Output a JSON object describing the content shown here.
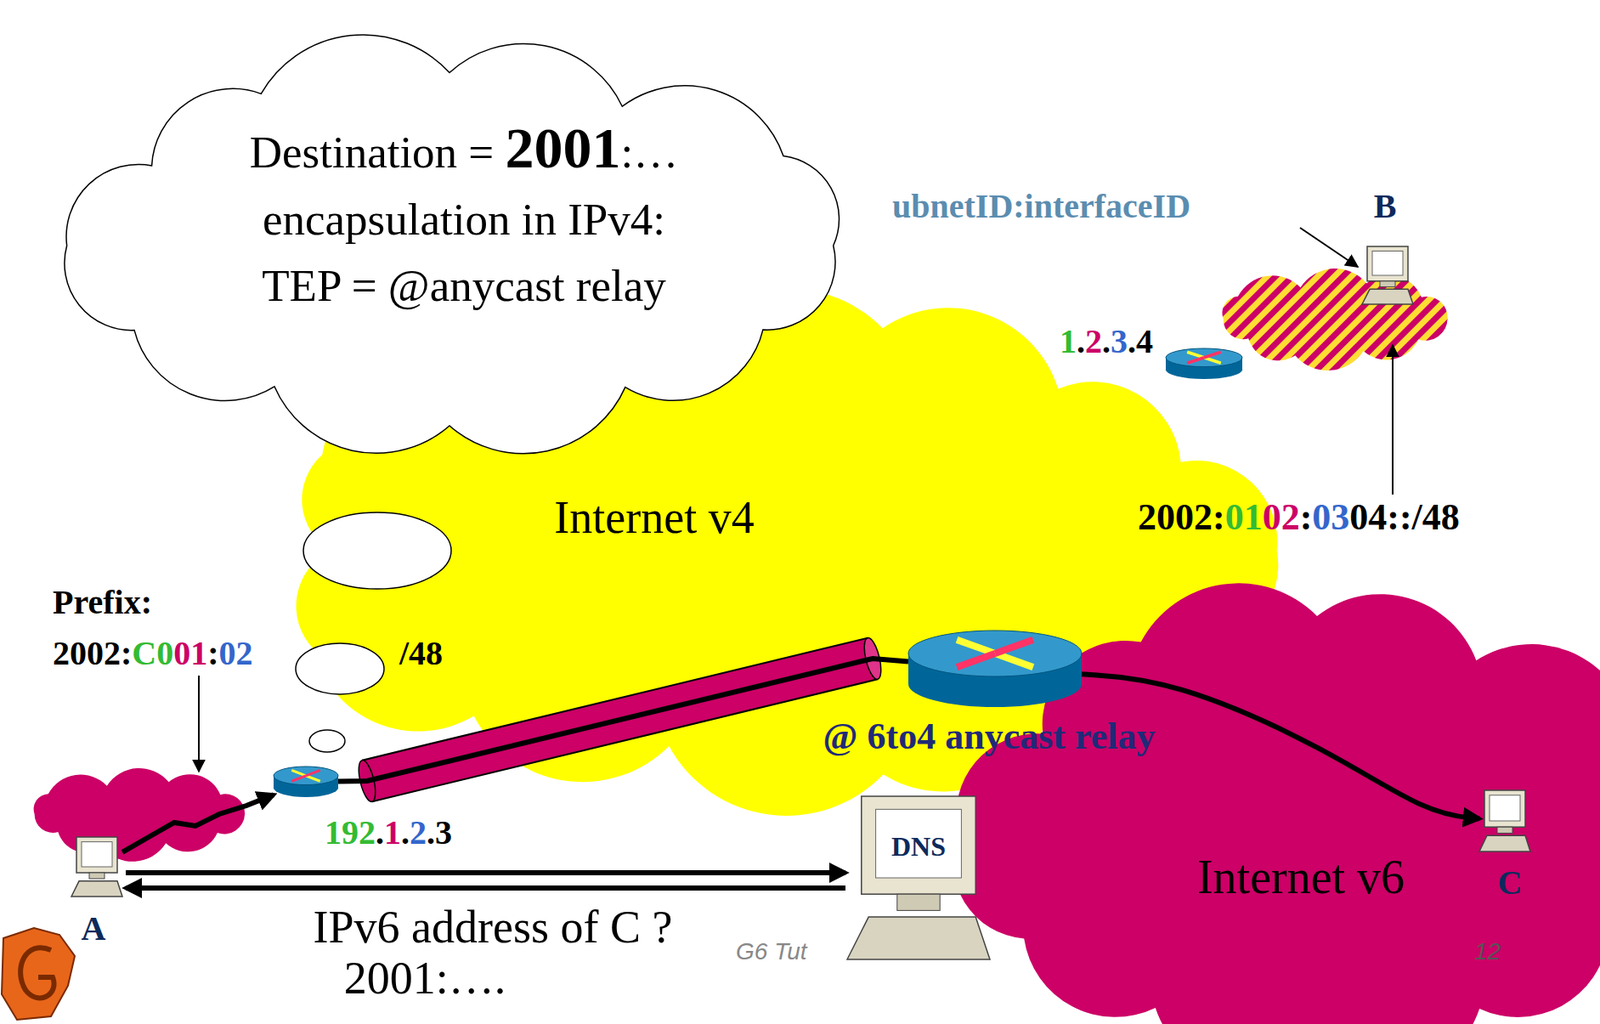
{
  "diagram": {
    "nodes": [
      {
        "text": [
          "Internet v4"
        ]
      },
      {
        "text": [
          "Internet v6"
        ]
      },
      {
        "text": [
          "Destination = 2001:…",
          "encapsulation in IPv4:",
          "TEP = @anycast relay"
        ]
      },
      {
        "text": [
          "A"
        ]
      },
      {
        "text": [
          "DNS"
        ]
      },
      {
        "text": [
          "C"
        ],
        "in": 1
      },
      {
        "text": [
          "B"
        ]
      },
      {
        "text": [
          "@ 6to4 anycast relay"
        ]
      },
      {
        "text": [
          "192.1.2.3"
        ]
      },
      {
        "text": [
          "1.2.3.4"
        ]
      }
    ],
    "edges": [
      {
        "from": 3,
        "to": 8,
        "arrow": "to"
      },
      {
        "from": 8,
        "to": 7,
        "arrow": "none"
      },
      {
        "from": 7,
        "to": 5,
        "arrow": "to"
      },
      {
        "from": 3,
        "to": 4,
        "label": "IPv6 address of C ?",
        "arrow": "to"
      },
      {
        "from": 4,
        "to": 3,
        "label": "2001:….",
        "arrow": "to"
      }
    ],
    "labels": [
      "ubnetID:interfaceID",
      "2002:0102:0304::/48",
      "Prefix:",
      "2002:C001:02",
      "/48",
      "G6 Tut",
      "12"
    ]
  }
}
